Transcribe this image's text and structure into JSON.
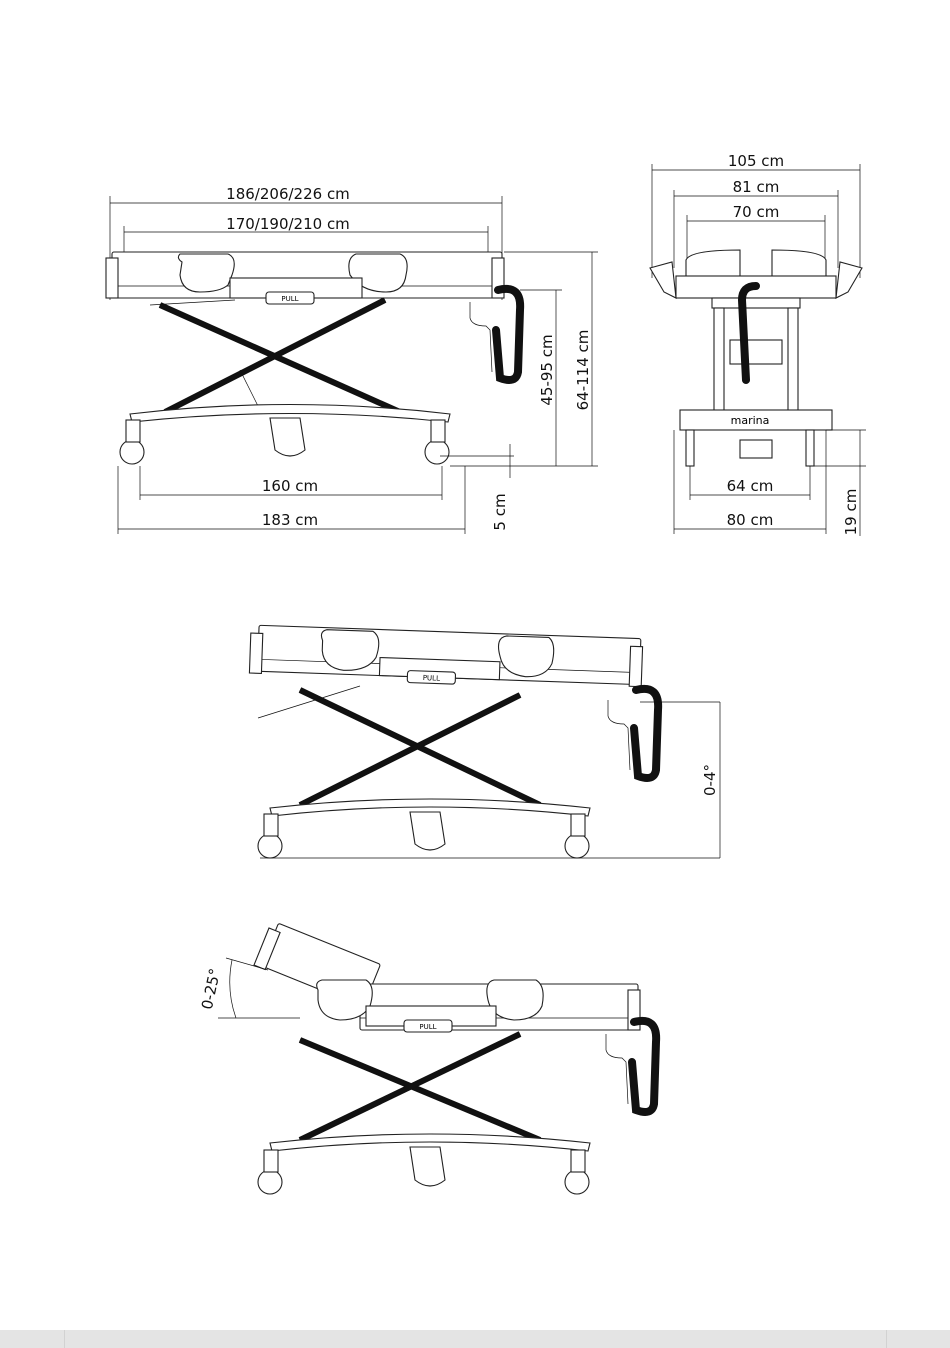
{
  "side_view": {
    "overall_length": "186/206/226 cm",
    "bed_length": "170/190/210 cm",
    "wheelbase": "160 cm",
    "base_length": "183 cm",
    "height_range": "45-95 cm",
    "total_height": "64-114 cm",
    "ground_clearance": "5 cm",
    "pull_label": "PULL"
  },
  "end_view": {
    "overall_width": "105 cm",
    "width_mid": "81 cm",
    "width_inner": "70 cm",
    "wheel_track": "64 cm",
    "base_width": "80 cm",
    "base_height": "19 cm",
    "brand": "marina"
  },
  "tilt_view": {
    "tilt_angle": "0-4°",
    "pull_label": "PULL"
  },
  "backrest_view": {
    "backrest_angle": "0-25°",
    "pull_label": "PULL"
  }
}
